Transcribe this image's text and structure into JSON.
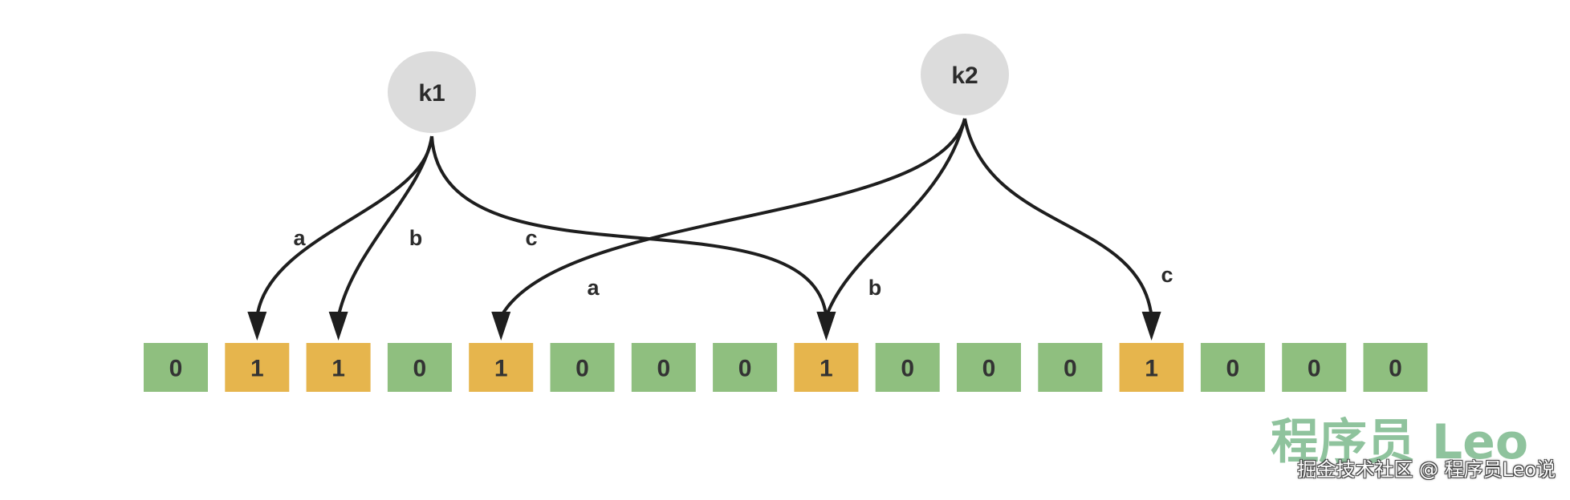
{
  "nodes": [
    {
      "id": "k1",
      "label": "k1"
    },
    {
      "id": "k2",
      "label": "k2"
    }
  ],
  "bit_array": [
    "0",
    "1",
    "1",
    "0",
    "1",
    "0",
    "0",
    "0",
    "1",
    "0",
    "0",
    "0",
    "1",
    "0",
    "0",
    "0"
  ],
  "edges": [
    {
      "from": "k1",
      "to_index": 1,
      "label": "a"
    },
    {
      "from": "k1",
      "to_index": 2,
      "label": "b"
    },
    {
      "from": "k1",
      "to_index": 8,
      "label": "c"
    },
    {
      "from": "k2",
      "to_index": 4,
      "label": "a"
    },
    {
      "from": "k2",
      "to_index": 8,
      "label": "b"
    },
    {
      "from": "k2",
      "to_index": 12,
      "label": "c"
    }
  ],
  "colors": {
    "bit_zero": "#8fbf7f",
    "bit_one": "#e6b54d",
    "node_fill": "#dcdcdc",
    "edge": "#1e1e1e"
  },
  "watermark": {
    "main": "程序员 Leo",
    "source": "掘金技术社区 @ 程序员Leo说"
  }
}
